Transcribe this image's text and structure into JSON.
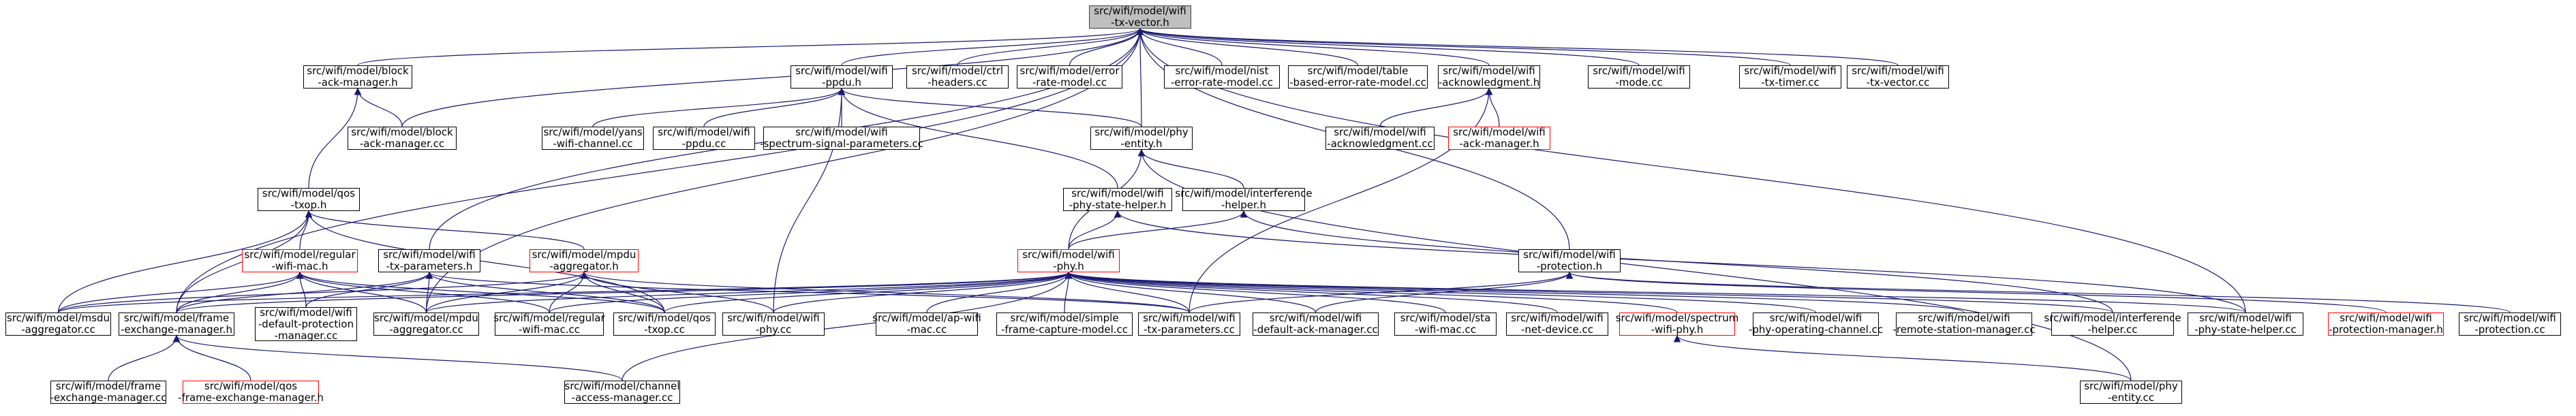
{
  "colors": {
    "edge": "#191970",
    "normal_border": "#000000",
    "missing_border": "#ff0000",
    "root_fill": "#bfbfbf"
  },
  "nodes": {
    "root": {
      "l1": "src/wifi/model/wifi",
      "l2": "-tx-vector.h"
    },
    "block_ack_manager_h": {
      "l1": "src/wifi/model/block",
      "l2": "-ack-manager.h"
    },
    "wifi_ppdu_h": {
      "l1": "src/wifi/model/wifi",
      "l2": "-ppdu.h"
    },
    "ctrl_headers_cc": {
      "l1": "src/wifi/model/ctrl",
      "l2": "-headers.cc"
    },
    "error_rate_model_cc": {
      "l1": "src/wifi/model/error",
      "l2": "-rate-model.cc"
    },
    "nist_error_rate_model_cc": {
      "l1": "src/wifi/model/nist",
      "l2": "-error-rate-model.cc"
    },
    "table_based_error_rate_model_cc": {
      "l1": "src/wifi/model/table",
      "l2": "-based-error-rate-model.cc"
    },
    "wifi_acknowledgment_h": {
      "l1": "src/wifi/model/wifi",
      "l2": "-acknowledgment.h"
    },
    "wifi_mode_cc": {
      "l1": "src/wifi/model/wifi",
      "l2": "-mode.cc"
    },
    "wifi_tx_timer_cc": {
      "l1": "src/wifi/model/wifi",
      "l2": "-tx-timer.cc"
    },
    "wifi_tx_vector_cc": {
      "l1": "src/wifi/model/wifi",
      "l2": "-tx-vector.cc"
    },
    "block_ack_manager_cc": {
      "l1": "src/wifi/model/block",
      "l2": "-ack-manager.cc"
    },
    "yans_wifi_channel_cc": {
      "l1": "src/wifi/model/yans",
      "l2": "-wifi-channel.cc"
    },
    "wifi_ppdu_cc": {
      "l1": "src/wifi/model/wifi",
      "l2": "-ppdu.cc"
    },
    "wifi_spectrum_signal_parameters_cc": {
      "l1": "src/wifi/model/wifi",
      "l2": "-spectrum-signal-parameters.cc"
    },
    "phy_entity_h": {
      "l1": "src/wifi/model/phy",
      "l2": "-entity.h"
    },
    "wifi_acknowledgment_cc": {
      "l1": "src/wifi/model/wifi",
      "l2": "-acknowledgment.cc"
    },
    "wifi_ack_manager_h": {
      "l1": "src/wifi/model/wifi",
      "l2": "-ack-manager.h"
    },
    "qos_txop_h": {
      "l1": "src/wifi/model/qos",
      "l2": "-txop.h"
    },
    "wifi_phy_state_helper_h": {
      "l1": "src/wifi/model/wifi",
      "l2": "-phy-state-helper.h"
    },
    "interference_helper_h": {
      "l1": "src/wifi/model/interference",
      "l2": "-helper.h"
    },
    "regular_wifi_mac_h": {
      "l1": "src/wifi/model/regular",
      "l2": "-wifi-mac.h"
    },
    "wifi_tx_parameters_h": {
      "l1": "src/wifi/model/wifi",
      "l2": "-tx-parameters.h"
    },
    "mpdu_aggregator_h": {
      "l1": "src/wifi/model/mpdu",
      "l2": "-aggregator.h"
    },
    "wifi_phy_h": {
      "l1": "src/wifi/model/wifi",
      "l2": "-phy.h"
    },
    "wifi_protection_h": {
      "l1": "src/wifi/model/wifi",
      "l2": "-protection.h"
    },
    "msdu_aggregator_cc": {
      "l1": "src/wifi/model/msdu",
      "l2": "-aggregator.cc"
    },
    "frame_exchange_manager_h": {
      "l1": "src/wifi/model/frame",
      "l2": "-exchange-manager.h"
    },
    "wifi_default_protection_manager_cc": {
      "l1": "src/wifi/model/wifi",
      "l2": "-default-protection",
      "l3": "-manager.cc"
    },
    "mpdu_aggregator_cc": {
      "l1": "src/wifi/model/mpdu",
      "l2": "-aggregator.cc"
    },
    "regular_wifi_mac_cc": {
      "l1": "src/wifi/model/regular",
      "l2": "-wifi-mac.cc"
    },
    "qos_txop_cc": {
      "l1": "src/wifi/model/qos",
      "l2": "-txop.cc"
    },
    "wifi_phy_cc": {
      "l1": "src/wifi/model/wifi",
      "l2": "-phy.cc"
    },
    "ap_wifi_mac_cc": {
      "l1": "src/wifi/model/ap-wifi",
      "l2": "-mac.cc"
    },
    "simple_frame_capture_model_cc": {
      "l1": "src/wifi/model/simple",
      "l2": "-frame-capture-model.cc"
    },
    "wifi_tx_parameters_cc": {
      "l1": "src/wifi/model/wifi",
      "l2": "-tx-parameters.cc"
    },
    "wifi_default_ack_manager_cc": {
      "l1": "src/wifi/model/wifi",
      "l2": "-default-ack-manager.cc"
    },
    "sta_wifi_mac_cc": {
      "l1": "src/wifi/model/sta",
      "l2": "-wifi-mac.cc"
    },
    "wifi_net_device_cc": {
      "l1": "src/wifi/model/wifi",
      "l2": "-net-device.cc"
    },
    "spectrum_wifi_phy_h": {
      "l1": "src/wifi/model/spectrum",
      "l2": "-wifi-phy.h"
    },
    "wifi_phy_operating_channel_cc": {
      "l1": "src/wifi/model/wifi",
      "l2": "-phy-operating-channel.cc"
    },
    "wifi_remote_station_manager_cc": {
      "l1": "src/wifi/model/wifi",
      "l2": "-remote-station-manager.cc"
    },
    "interference_helper_cc": {
      "l1": "src/wifi/model/interference",
      "l2": "-helper.cc"
    },
    "wifi_phy_state_helper_cc": {
      "l1": "src/wifi/model/wifi",
      "l2": "-phy-state-helper.cc"
    },
    "wifi_protection_manager_h": {
      "l1": "src/wifi/model/wifi",
      "l2": "-protection-manager.h"
    },
    "wifi_protection_cc": {
      "l1": "src/wifi/model/wifi",
      "l2": "-protection.cc"
    },
    "frame_exchange_manager_cc": {
      "l1": "src/wifi/model/frame",
      "l2": "-exchange-manager.cc"
    },
    "qos_frame_exchange_manager_h": {
      "l1": "src/wifi/model/qos",
      "l2": "-frame-exchange-manager.h"
    },
    "channel_access_manager_cc": {
      "l1": "src/wifi/model/channel",
      "l2": "-access-manager.cc"
    },
    "phy_entity_cc": {
      "l1": "src/wifi/model/phy",
      "l2": "-entity.cc"
    }
  },
  "edges": [
    [
      "block_ack_manager_h",
      "root"
    ],
    [
      "wifi_ppdu_h",
      "root"
    ],
    [
      "ctrl_headers_cc",
      "root"
    ],
    [
      "error_rate_model_cc",
      "root"
    ],
    [
      "nist_error_rate_model_cc",
      "root"
    ],
    [
      "table_based_error_rate_model_cc",
      "root"
    ],
    [
      "wifi_acknowledgment_h",
      "root"
    ],
    [
      "wifi_mode_cc",
      "root"
    ],
    [
      "wifi_tx_timer_cc",
      "root"
    ],
    [
      "wifi_tx_vector_cc",
      "root"
    ],
    [
      "block_ack_manager_cc",
      "root"
    ],
    [
      "phy_entity_h",
      "root"
    ],
    [
      "wifi_tx_parameters_h",
      "root"
    ],
    [
      "wifi_protection_h",
      "root"
    ],
    [
      "mpdu_aggregator_cc",
      "root"
    ],
    [
      "frame_exchange_manager_h",
      "root"
    ],
    [
      "wifi_phy_state_helper_cc",
      "root"
    ],
    [
      "block_ack_manager_cc",
      "block_ack_manager_h"
    ],
    [
      "qos_txop_h",
      "block_ack_manager_h"
    ],
    [
      "yans_wifi_channel_cc",
      "wifi_ppdu_h"
    ],
    [
      "wifi_ppdu_cc",
      "wifi_ppdu_h"
    ],
    [
      "wifi_spectrum_signal_parameters_cc",
      "wifi_ppdu_h"
    ],
    [
      "phy_entity_h",
      "wifi_ppdu_h"
    ],
    [
      "wifi_phy_state_helper_h",
      "wifi_ppdu_h"
    ],
    [
      "wifi_phy_cc",
      "wifi_ppdu_h"
    ],
    [
      "wifi_acknowledgment_cc",
      "wifi_acknowledgment_h"
    ],
    [
      "wifi_ack_manager_h",
      "wifi_acknowledgment_h"
    ],
    [
      "wifi_tx_parameters_cc",
      "wifi_acknowledgment_h"
    ],
    [
      "interference_helper_h",
      "phy_entity_h"
    ],
    [
      "wifi_phy_h",
      "phy_entity_h"
    ],
    [
      "phy_entity_cc",
      "phy_entity_h"
    ],
    [
      "regular_wifi_mac_h",
      "qos_txop_h"
    ],
    [
      "mpdu_aggregator_h",
      "qos_txop_h"
    ],
    [
      "msdu_aggregator_cc",
      "qos_txop_h"
    ],
    [
      "frame_exchange_manager_h",
      "qos_txop_h"
    ],
    [
      "qos_txop_cc",
      "qos_txop_h"
    ],
    [
      "wifi_phy_h",
      "wifi_phy_state_helper_h"
    ],
    [
      "wifi_phy_state_helper_cc",
      "wifi_phy_state_helper_h"
    ],
    [
      "wifi_phy_h",
      "interference_helper_h"
    ],
    [
      "interference_helper_cc",
      "interference_helper_h"
    ],
    [
      "msdu_aggregator_cc",
      "regular_wifi_mac_h"
    ],
    [
      "frame_exchange_manager_h",
      "regular_wifi_mac_h"
    ],
    [
      "wifi_default_protection_manager_cc",
      "regular_wifi_mac_h"
    ],
    [
      "mpdu_aggregator_cc",
      "regular_wifi_mac_h"
    ],
    [
      "regular_wifi_mac_cc",
      "regular_wifi_mac_h"
    ],
    [
      "qos_txop_cc",
      "regular_wifi_mac_h"
    ],
    [
      "frame_exchange_manager_h",
      "wifi_tx_parameters_h"
    ],
    [
      "wifi_default_protection_manager_cc",
      "wifi_tx_parameters_h"
    ],
    [
      "mpdu_aggregator_cc",
      "wifi_tx_parameters_h"
    ],
    [
      "wifi_tx_parameters_cc",
      "wifi_tx_parameters_h"
    ],
    [
      "qos_txop_cc",
      "wifi_tx_parameters_h"
    ],
    [
      "msdu_aggregator_cc",
      "mpdu_aggregator_h"
    ],
    [
      "mpdu_aggregator_cc",
      "mpdu_aggregator_h"
    ],
    [
      "regular_wifi_mac_cc",
      "mpdu_aggregator_h"
    ],
    [
      "qos_txop_cc",
      "mpdu_aggregator_h"
    ],
    [
      "wifi_phy_cc",
      "mpdu_aggregator_h"
    ],
    [
      "wifi_tx_parameters_cc",
      "mpdu_aggregator_h"
    ],
    [
      "msdu_aggregator_cc",
      "wifi_phy_h"
    ],
    [
      "frame_exchange_manager_h",
      "wifi_phy_h"
    ],
    [
      "mpdu_aggregator_cc",
      "wifi_phy_h"
    ],
    [
      "regular_wifi_mac_cc",
      "wifi_phy_h"
    ],
    [
      "qos_txop_cc",
      "wifi_phy_h"
    ],
    [
      "wifi_phy_cc",
      "wifi_phy_h"
    ],
    [
      "ap_wifi_mac_cc",
      "wifi_phy_h"
    ],
    [
      "simple_frame_capture_model_cc",
      "wifi_phy_h"
    ],
    [
      "wifi_tx_parameters_cc",
      "wifi_phy_h"
    ],
    [
      "wifi_default_ack_manager_cc",
      "wifi_phy_h"
    ],
    [
      "sta_wifi_mac_cc",
      "wifi_phy_h"
    ],
    [
      "wifi_net_device_cc",
      "wifi_phy_h"
    ],
    [
      "spectrum_wifi_phy_h",
      "wifi_phy_h"
    ],
    [
      "wifi_phy_operating_channel_cc",
      "wifi_phy_h"
    ],
    [
      "wifi_remote_station_manager_cc",
      "wifi_phy_h"
    ],
    [
      "interference_helper_cc",
      "wifi_phy_h"
    ],
    [
      "wifi_phy_state_helper_cc",
      "wifi_phy_h"
    ],
    [
      "channel_access_manager_cc",
      "wifi_phy_h"
    ],
    [
      "wifi_tx_parameters_cc",
      "wifi_protection_h"
    ],
    [
      "wifi_default_ack_manager_cc",
      "wifi_protection_h"
    ],
    [
      "wifi_protection_manager_h",
      "wifi_protection_h"
    ],
    [
      "wifi_protection_cc",
      "wifi_protection_h"
    ],
    [
      "frame_exchange_manager_cc",
      "frame_exchange_manager_h"
    ],
    [
      "qos_frame_exchange_manager_h",
      "frame_exchange_manager_h"
    ],
    [
      "channel_access_manager_cc",
      "frame_exchange_manager_h"
    ],
    [
      "phy_entity_cc",
      "spectrum_wifi_phy_h"
    ]
  ]
}
